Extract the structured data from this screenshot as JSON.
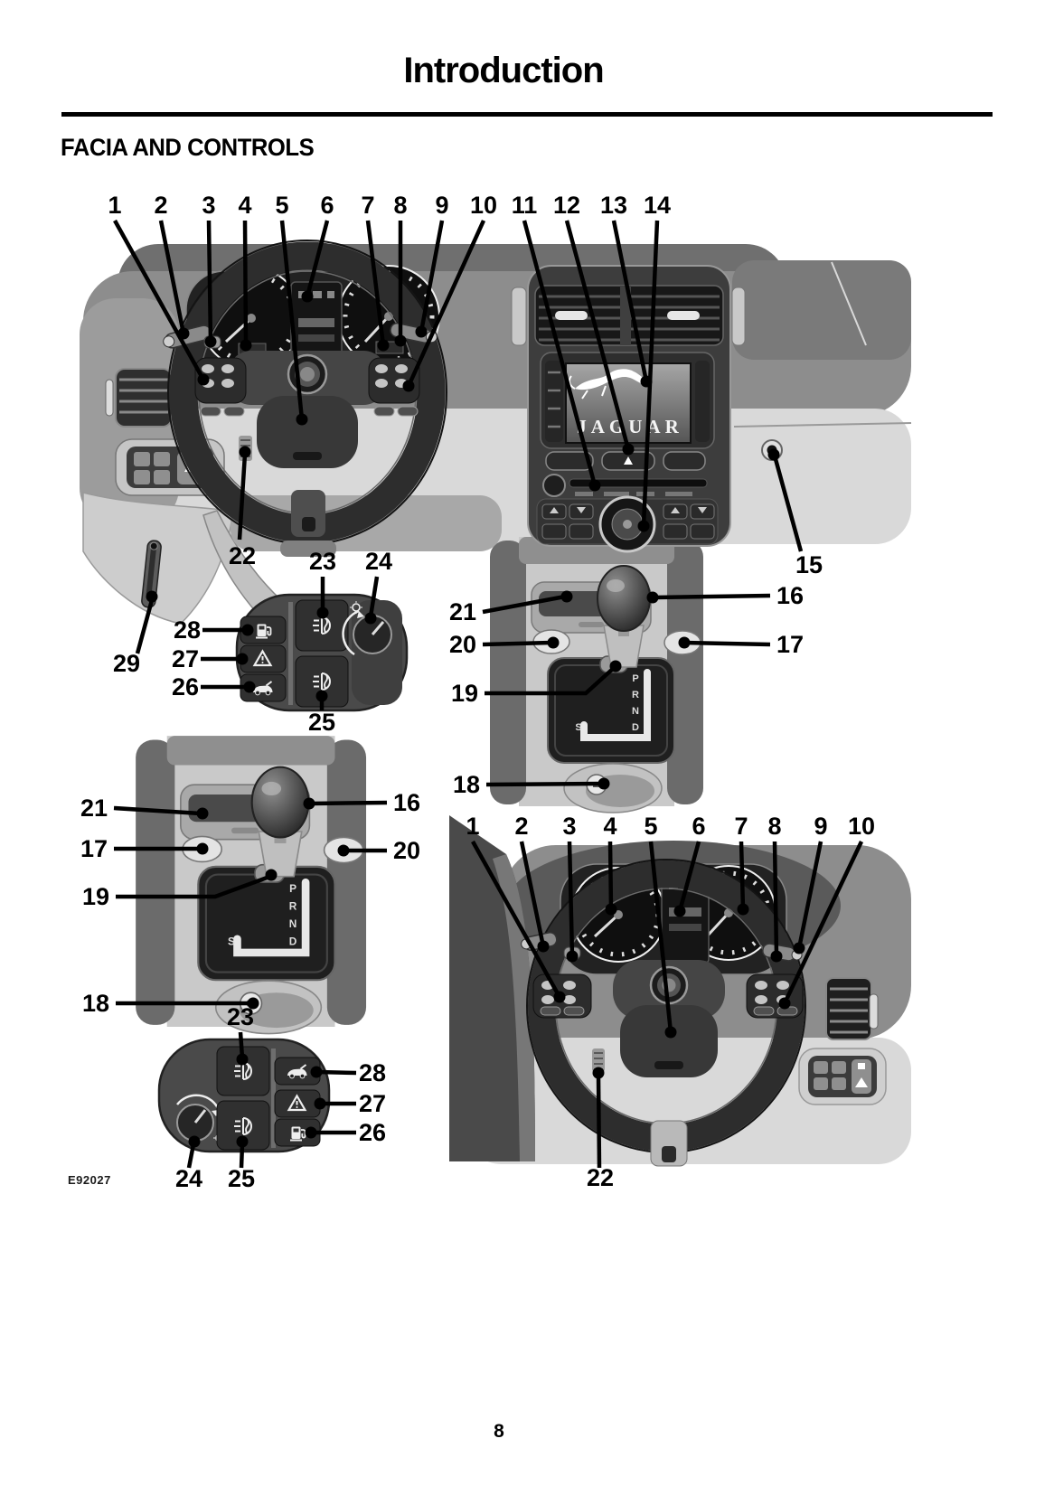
{
  "page": {
    "title": "Introduction",
    "section_heading": "FACIA AND CONTROLS",
    "figure_code": "E92027",
    "page_number": "8"
  },
  "figure": {
    "screen_brand": "JAGUAR",
    "gear_letters": [
      "P",
      "R",
      "N",
      "D",
      "S"
    ],
    "callouts": {
      "dash_lhd_top": [
        "1",
        "2",
        "3",
        "4",
        "5",
        "6",
        "7",
        "8",
        "9",
        "10",
        "11",
        "12",
        "13",
        "14"
      ],
      "dash_lhd_column_lever": "22",
      "dash_lhd_ignition": "15",
      "panel_lhd": {
        "fuel": "28",
        "hazard": "27",
        "boot": "26",
        "rear_fog": "23",
        "dimmer": "24",
        "front_fog": "25",
        "release_lever": "29"
      },
      "console_a": {
        "tray": "21",
        "left_switch": "20",
        "interlock": "19",
        "cupholder": "18",
        "gear_knob": "16",
        "right_switch": "17"
      },
      "console_b": {
        "tray": "21",
        "left_switch": "17",
        "interlock": "19",
        "cupholder": "18",
        "gear_knob": "16",
        "right_switch": "20"
      },
      "panel_rhd": {
        "rear_fog": "23",
        "boot": "28",
        "hazard": "27",
        "fuel": "26",
        "dimmer": "24",
        "front_fog": "25"
      },
      "dash_rhd_top": [
        "1",
        "2",
        "3",
        "4",
        "5",
        "6",
        "7",
        "8",
        "9",
        "10"
      ],
      "dash_rhd_column_lever": "22"
    }
  }
}
